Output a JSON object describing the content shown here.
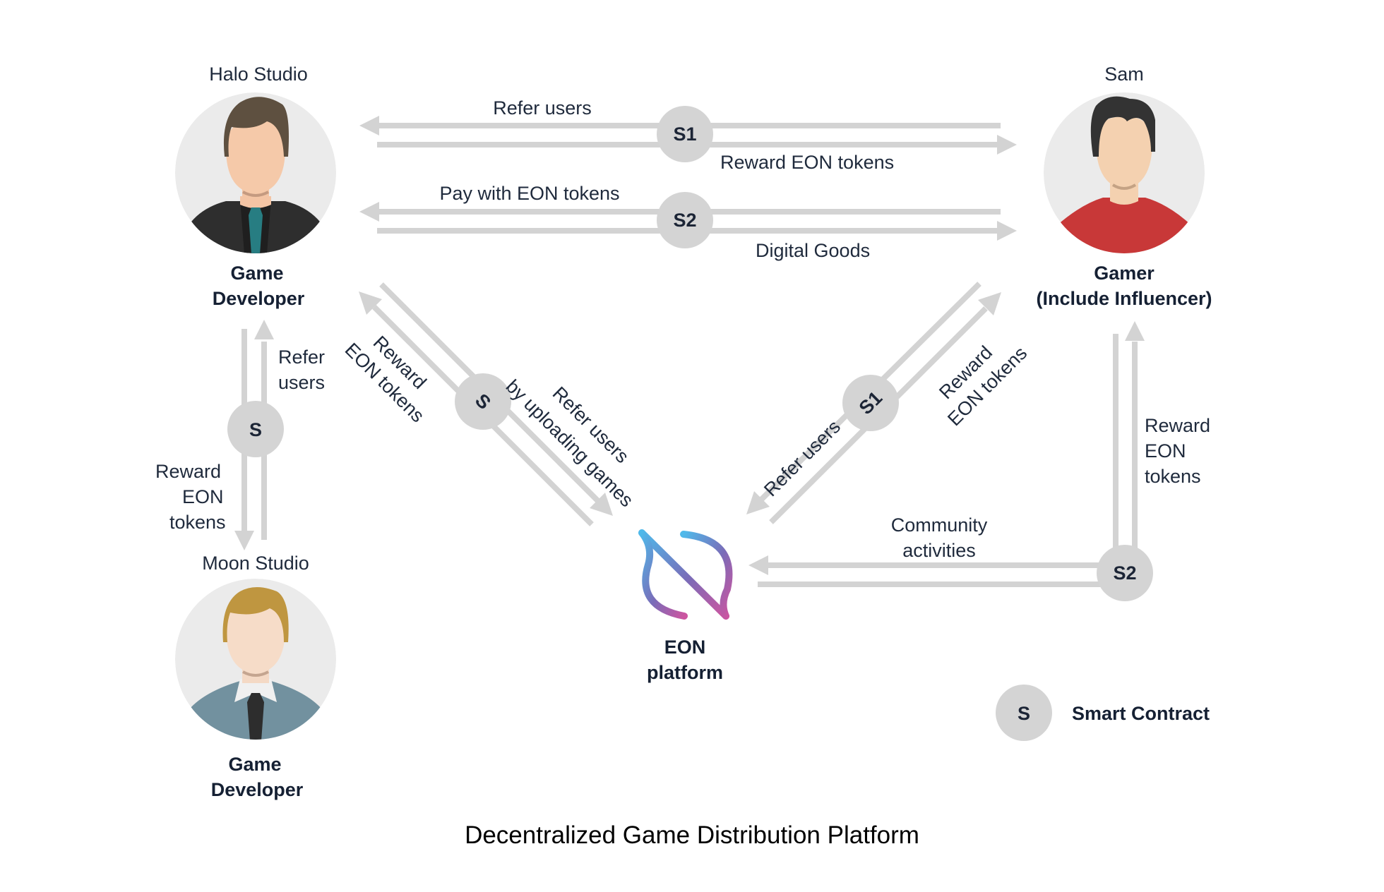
{
  "title": "Decentralized Game Distribution Platform",
  "colors": {
    "arrow": "#d3d3d3",
    "contract_node": "#d4d4d4",
    "text": "#1f2a3c",
    "avatar_bg": "#ebebeb",
    "logo_gradient_start": "#4fb9ea",
    "logo_gradient_mid": "#7a6cb8",
    "logo_gradient_end": "#cc55a0"
  },
  "actors": {
    "halo": {
      "name": "Halo Studio",
      "role_line1": "Game",
      "role_line2": "Developer",
      "avatar": "developer-dark-suit-teal-tie"
    },
    "sam": {
      "name": "Sam",
      "role_line1": "Gamer",
      "role_line2": "(Include Influencer)",
      "avatar": "gamer-red-shirt"
    },
    "moon": {
      "name": "Moon Studio",
      "role_line1": "Game",
      "role_line2": "Developer",
      "avatar": "developer-blue-shirt-black-tie"
    },
    "eon": {
      "line1": "EON",
      "line2": "platform",
      "icon": "eon-logo"
    }
  },
  "contracts": {
    "top_s1": "S1",
    "top_s2": "S2",
    "left_s": "S",
    "diag_left_s": "S",
    "diag_right_s1": "S1",
    "bottom_right_s2": "S2"
  },
  "flows": {
    "halo_sam_s1_to_halo": "Refer users",
    "halo_sam_s1_to_sam": "Reward EON tokens",
    "halo_sam_s2_to_halo": "Pay with EON tokens",
    "halo_sam_s2_to_sam": "Digital Goods",
    "moon_halo_up_line1": "Refer",
    "moon_halo_up_line2": "users",
    "moon_halo_down_line1": "Reward",
    "moon_halo_down_line2": "EON",
    "moon_halo_down_line3": "tokens",
    "eon_halo_up_line1": "Reward",
    "eon_halo_up_line2": "EON tokens",
    "halo_eon_down_line1": "Refer users",
    "halo_eon_down_line2": "by uploading games",
    "sam_eon_down": "Refer users",
    "eon_sam_up_line1": "Reward",
    "eon_sam_up_line2": "EON tokens",
    "sam_eon_community_line1": "Community",
    "sam_eon_community_line2": "activities",
    "eon_sam_reward_line1": "Reward",
    "eon_sam_reward_line2": "EON",
    "eon_sam_reward_line3": "tokens"
  },
  "legend": {
    "symbol": "S",
    "label": "Smart Contract"
  }
}
